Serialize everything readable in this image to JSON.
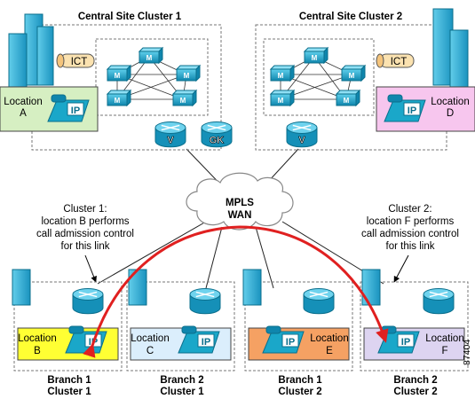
{
  "central_sites": [
    {
      "title": "Central Site Cluster 1",
      "ict": "ICT",
      "location_line1": "Location",
      "location_line2": "A",
      "location_color": "#d6efc2",
      "routers": [
        "V",
        "GK"
      ]
    },
    {
      "title": "Central Site Cluster 2",
      "ict": "ICT",
      "location_line1": "Location",
      "location_line2": "D",
      "location_color": "#f7c6ee",
      "routers": [
        "V"
      ]
    }
  ],
  "cloud": {
    "line1": "MPLS",
    "line2": "WAN"
  },
  "call_manager_label": "M",
  "phone_label": "IP",
  "annotations": [
    {
      "lines": [
        "Cluster 1:",
        "location B performs",
        "call admission control",
        "for this link"
      ]
    },
    {
      "lines": [
        "Cluster 2:",
        "location F performs",
        "call admission control",
        "for this link"
      ]
    }
  ],
  "branches": [
    {
      "line1": "Location",
      "line2": "B",
      "color": "#ffff33",
      "name1": "Branch 1",
      "name2": "Cluster 1"
    },
    {
      "line1": "Location",
      "line2": "C",
      "color": "#dbeefc",
      "name1": "Branch 2",
      "name2": "Cluster 1"
    },
    {
      "line1": "Location",
      "line2": "E",
      "color": "#f5a163",
      "name1": "Branch 1",
      "name2": "Cluster 2"
    },
    {
      "line1": "Location",
      "line2": "F",
      "color": "#ddd4f1",
      "name1": "Branch 2",
      "name2": "Cluster 2"
    }
  ],
  "figure_id": "87404",
  "colors": {
    "device": "#1aa7c9",
    "device_dark": "#0b6f8c",
    "arc": "#e02020",
    "building": "#30b4d8"
  }
}
